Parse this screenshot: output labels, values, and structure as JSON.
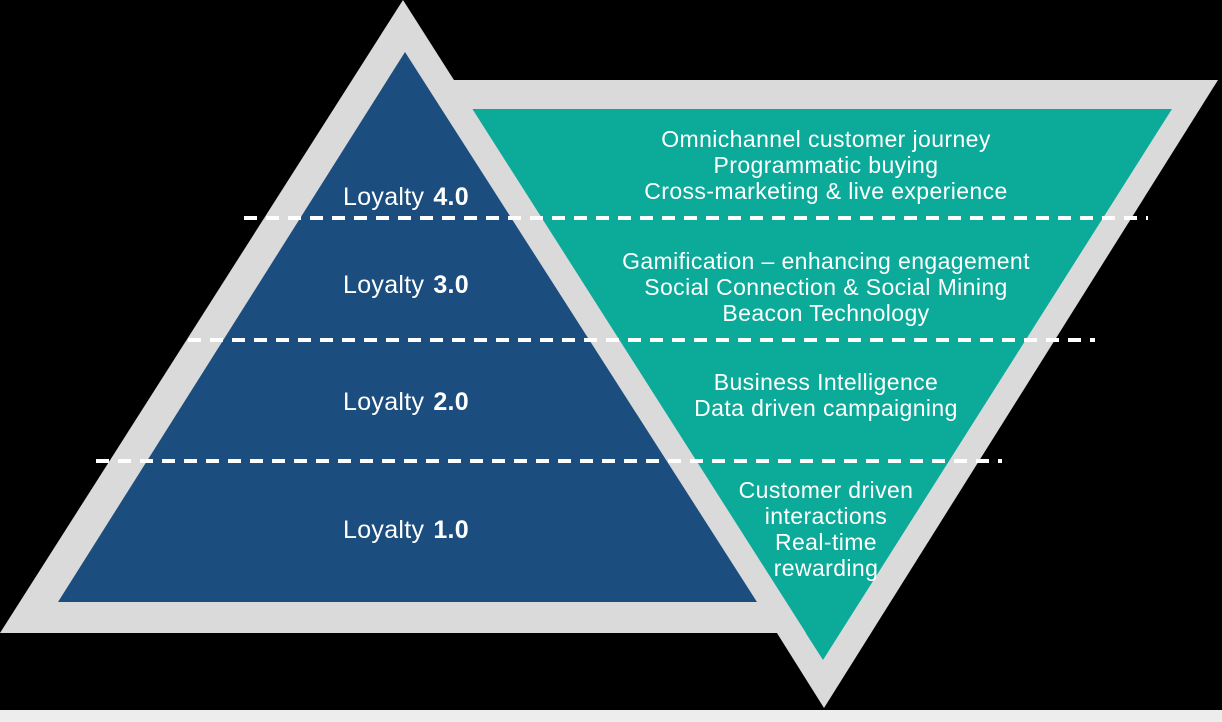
{
  "colors": {
    "background": "#000000",
    "pyramid_blue": "#1b4e7e",
    "funnel_teal": "#0caa99",
    "outline_gray": "#dadada",
    "bottom_strip_gray": "#ededed",
    "text_white": "#ffffff",
    "dash_white": "#ffffff"
  },
  "pyramid": {
    "levels": [
      {
        "label": "Loyalty",
        "version": "4.0"
      },
      {
        "label": "Loyalty",
        "version": "3.0"
      },
      {
        "label": "Loyalty",
        "version": "2.0"
      },
      {
        "label": "Loyalty",
        "version": "1.0"
      }
    ]
  },
  "funnel": {
    "groups": [
      {
        "text": "Omnichannel customer journey\nProgrammatic buying\nCross-marketing & live experience"
      },
      {
        "text": "Gamification – enhancing engagement\nSocial Connection & Social Mining\nBeacon Technology"
      },
      {
        "text": "Business Intelligence\nData driven campaigning"
      },
      {
        "text": "Customer driven\ninteractions\nReal-time\nrewarding"
      }
    ]
  }
}
